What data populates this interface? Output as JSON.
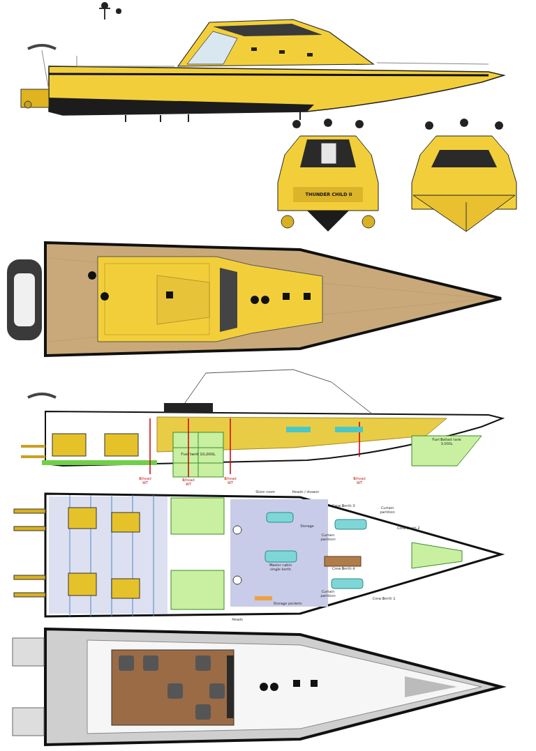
{
  "diagram": {
    "labels": [
      "THUNDER CHILD II",
      "Fuel tank 10,000L",
      "Fuel Ballast tank 3,000L",
      "B/head WT",
      "B/head WT",
      "B/head WT",
      "B/head WT",
      "Store room",
      "Heads / shower",
      "Crew Berth 3",
      "Curtain partition",
      "Crew Berth 2",
      "Storage",
      "Curtain partition",
      "Master cabin single berth",
      "Crew Berth 4",
      "Storage pockets",
      "Heads",
      "Crew Berth 1",
      "Curtain partition"
    ]
  }
}
